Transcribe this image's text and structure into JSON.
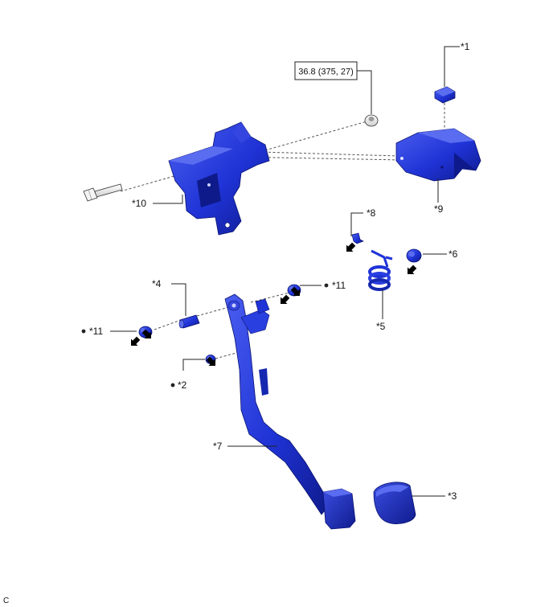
{
  "colors": {
    "part_fill": "#1F33D6",
    "part_dark": "#0F1B8F",
    "part_light": "#5A6CF0",
    "bolt_fill": "#E8E8E8",
    "line": "#222222",
    "arrow": "#000000"
  },
  "torque_spec": "36.8 (375, 27)",
  "callouts": {
    "p1": "*1",
    "p2": "*2",
    "p3": "*3",
    "p4": "*4",
    "p5": "*5",
    "p6": "*6",
    "p7": "*7",
    "p8": "*8",
    "p9": "*9",
    "p10": "*10",
    "p11a": "*11",
    "p11b": "*11"
  },
  "corner_code": "C"
}
